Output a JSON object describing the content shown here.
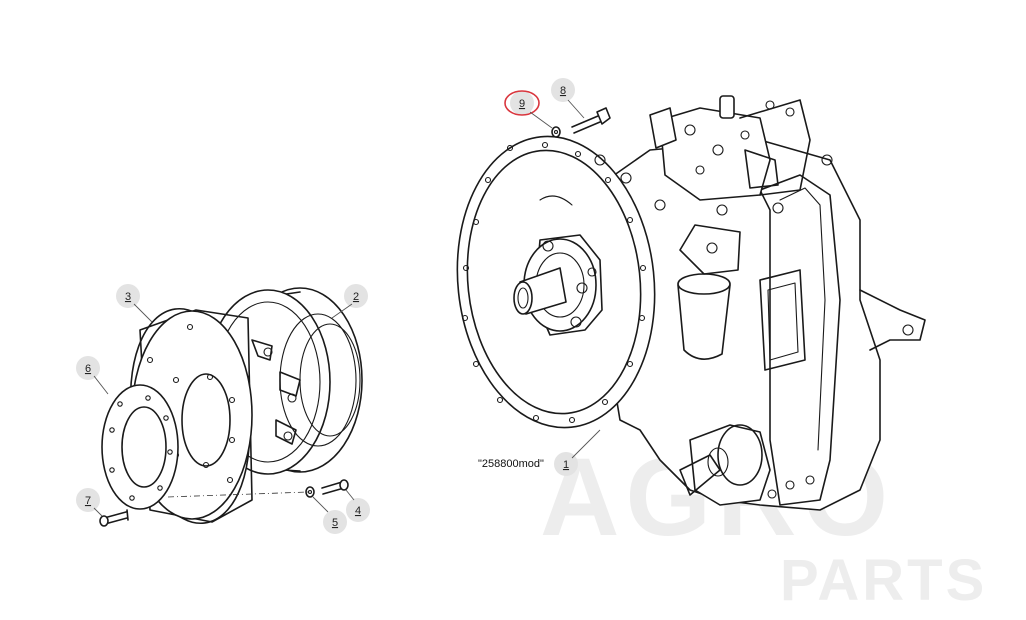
{
  "diagram": {
    "drawing_reference": "\"258800mod\"",
    "highlight_color": "#d9363e",
    "callouts": [
      {
        "id": "c1",
        "number": "1",
        "part": "transmission-assembly"
      },
      {
        "id": "c2",
        "number": "2",
        "part": "coupling-drum"
      },
      {
        "id": "c3",
        "number": "3",
        "part": "flex-plate"
      },
      {
        "id": "c4",
        "number": "4",
        "part": "bolt"
      },
      {
        "id": "c5",
        "number": "5",
        "part": "washer"
      },
      {
        "id": "c6",
        "number": "6",
        "part": "ring-plate"
      },
      {
        "id": "c7",
        "number": "7",
        "part": "bolt"
      },
      {
        "id": "c8",
        "number": "8",
        "part": "bolt"
      },
      {
        "id": "c9",
        "number": "9",
        "part": "washer",
        "highlighted": true
      }
    ]
  },
  "watermark": {
    "line1": "AGRO",
    "line2": "PARTS"
  }
}
